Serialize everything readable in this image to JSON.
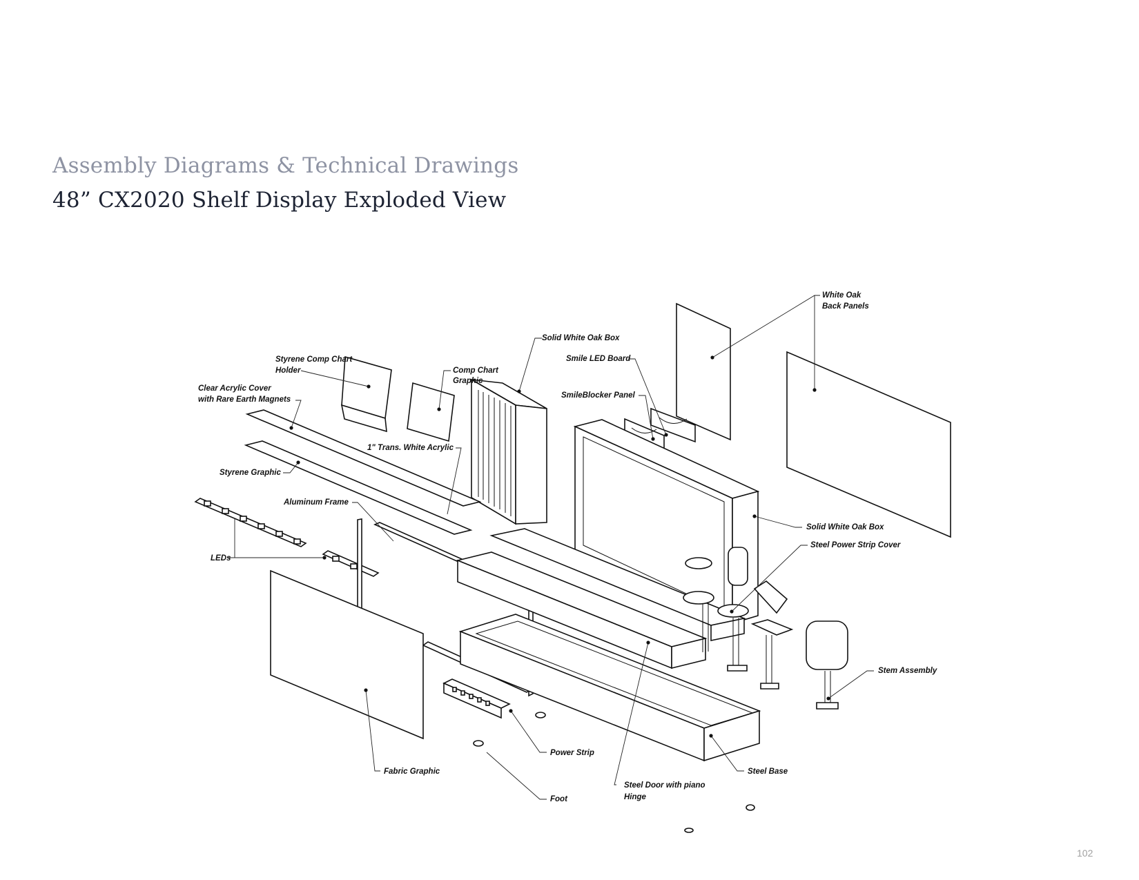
{
  "header": {
    "supertitle": "Assembly Diagrams & Technical Drawings",
    "title": "48” CX2020 Shelf Display Exploded View"
  },
  "labels": {
    "white_oak_back_panels_1": "White Oak",
    "white_oak_back_panels_2": "Back Panels",
    "solid_white_oak_box_top": "Solid White Oak Box",
    "smile_led_board": "Smile LED Board",
    "styrene_comp_chart_holder_1": "Styrene Comp Chart",
    "styrene_comp_chart_holder_2": "Holder",
    "comp_chart_graphic_1": "Comp Chart",
    "comp_chart_graphic_2": "Graphic",
    "clear_acrylic_cover_1": "Clear Acrylic Cover",
    "clear_acrylic_cover_2": "with Rare Earth Magnets",
    "smileblocker_panel": "SmileBlocker Panel",
    "trans_white_acrylic": "1\" Trans. White Acrylic",
    "styrene_graphic": "Styrene Graphic",
    "aluminum_frame": "Aluminum Frame",
    "solid_white_oak_box_right": "Solid White Oak Box",
    "steel_power_strip_cover": "Steel Power Strip Cover",
    "leds": "LEDs",
    "stem_assembly": "Stem Assembly",
    "power_strip": "Power Strip",
    "fabric_graphic": "Fabric Graphic",
    "steel_base": "Steel Base",
    "steel_door_1": "Steel Door with piano",
    "steel_door_2": "Hinge",
    "foot": "Foot"
  },
  "page_number": "102"
}
